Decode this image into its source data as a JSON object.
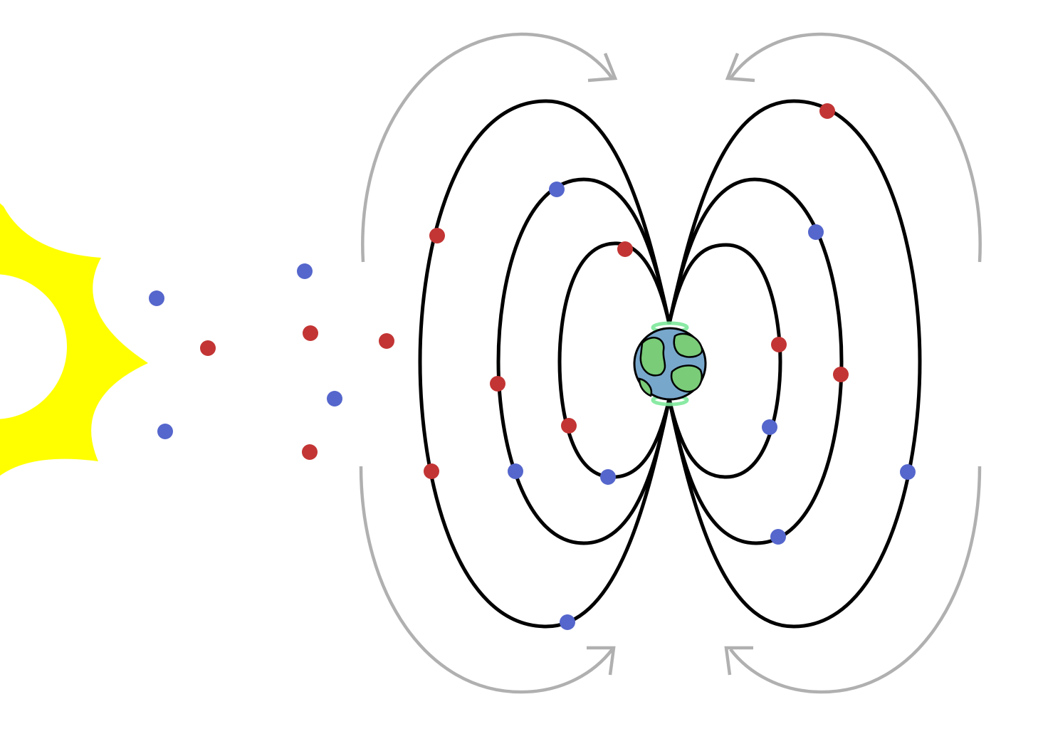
{
  "colors": {
    "background": "#ffffff",
    "sun": "#ffff00",
    "field_line": "#000000",
    "flow_arrow": "#b0b0b0",
    "positive_particle": "#c23534",
    "negative_particle": "#5566cc",
    "earth_ocean": "#78a7cc",
    "earth_land": "#7acc78",
    "aurora": "#7de89a"
  },
  "elements": {
    "sun": "sun-icon",
    "earth": "earth-icon",
    "particles": "charged-particle",
    "field_lines": "magnetic-field-line",
    "arrows": "circulation-arrow"
  }
}
